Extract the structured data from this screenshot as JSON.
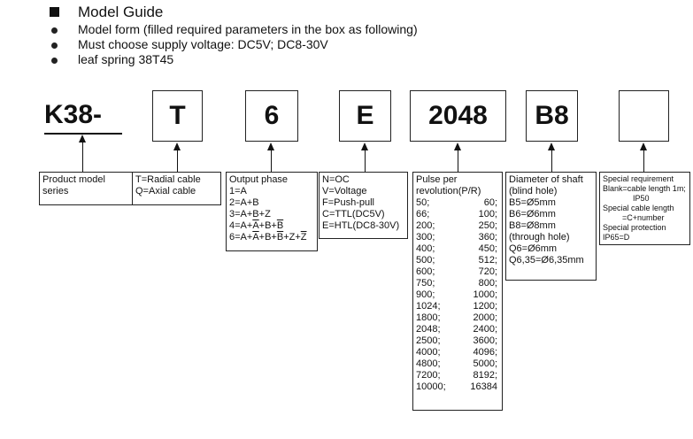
{
  "guide": {
    "title": "Model Guide",
    "bullets": [
      "Model form (filled required parameters in the box as following)",
      "Must choose supply voltage:  DC5V; DC8-30V",
      "leaf spring 38T45"
    ]
  },
  "code": {
    "prefix": "K38-",
    "boxes": [
      "T",
      "6",
      "E",
      "2048",
      "B8",
      ""
    ]
  },
  "descriptions": {
    "series": [
      "Product model",
      "series"
    ],
    "cable": [
      "T=Radial cable",
      "Q=Axial cable"
    ],
    "phase_title": "Output phase",
    "phase": [
      "1=A",
      "2=A+B",
      "3=A+B+Z"
    ],
    "phase4": {
      "prefix": "4=A+",
      "a_bar": "A",
      "mid": "+B+",
      "b_bar": "B"
    },
    "phase6": {
      "prefix": "6=A+",
      "a_bar": "A",
      "mid": "+B+",
      "b_bar": "B",
      "mid2": "+Z+",
      "z_bar": "Z"
    },
    "output": [
      "N=OC",
      "V=Voltage",
      "F=Push-pull",
      "C=TTL(DC5V)",
      "E=HTL(DC8-30V)"
    ],
    "pulse_title": [
      "Pulse per",
      "revolution(P/R)"
    ],
    "pulse_rows": [
      [
        "50;",
        "60;"
      ],
      [
        "66;",
        "100;"
      ],
      [
        "200;",
        "250;"
      ],
      [
        "300;",
        "360;"
      ],
      [
        "400;",
        "450;"
      ],
      [
        "500;",
        "512;"
      ],
      [
        "600;",
        "720;"
      ],
      [
        "750;",
        "800;"
      ],
      [
        "900;",
        "1000;"
      ],
      [
        "1024;",
        "1200;"
      ],
      [
        "1800;",
        "2000;"
      ],
      [
        "2048;",
        "2400;"
      ],
      [
        "2500;",
        "3600;"
      ],
      [
        "4000;",
        "4096;"
      ],
      [
        "4800;",
        "5000;"
      ],
      [
        "7200;",
        "8192;"
      ],
      [
        "10000;",
        "16384"
      ]
    ],
    "shaft": [
      "Diameter of shaft",
      "(blind hole)",
      "B5=Ø5mm",
      "B6=Ø6mm",
      "B8=Ø8mm",
      "(through hole)",
      "Q6=Ø6mm",
      "Q6,35=Ø6,35mm"
    ],
    "special": [
      "Special requirement",
      "Blank=cable length 1m;",
      "IP50",
      "Special cable length",
      "=C+number",
      "Special protection",
      "IP65=D"
    ]
  }
}
